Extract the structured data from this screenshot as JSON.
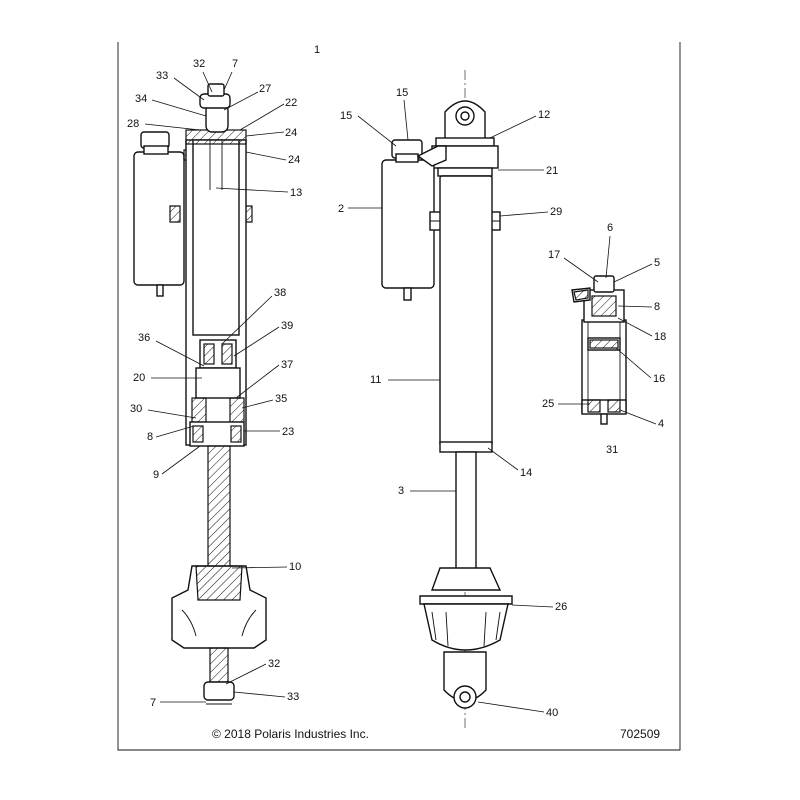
{
  "diagram": {
    "sheet_number": "1",
    "copyright": "© 2018 Polaris Industries Inc.",
    "drawing_number": "702509",
    "callouts": {
      "c32a": "32",
      "c7a": "7",
      "c33a": "33",
      "c27": "27",
      "c34": "34",
      "c22": "22",
      "c28": "28",
      "c24a": "24",
      "c24b": "24",
      "c13": "13",
      "c38": "38",
      "c36": "36",
      "c39": "39",
      "c20": "20",
      "c37": "37",
      "c30": "30",
      "c35": "35",
      "c8a": "8",
      "c23": "23",
      "c9": "9",
      "c10": "10",
      "c32b": "32",
      "c7b": "7",
      "c33b": "33",
      "c15a": "15",
      "c15b": "15",
      "c12": "12",
      "c2": "2",
      "c21": "21",
      "c29": "29",
      "c11": "11",
      "c14": "14",
      "c3": "3",
      "c26": "26",
      "c40": "40",
      "c6": "6",
      "c17": "17",
      "c5": "5",
      "c8b": "8",
      "c18": "18",
      "c16": "16",
      "c25": "25",
      "c4": "4",
      "c31": "31"
    }
  }
}
